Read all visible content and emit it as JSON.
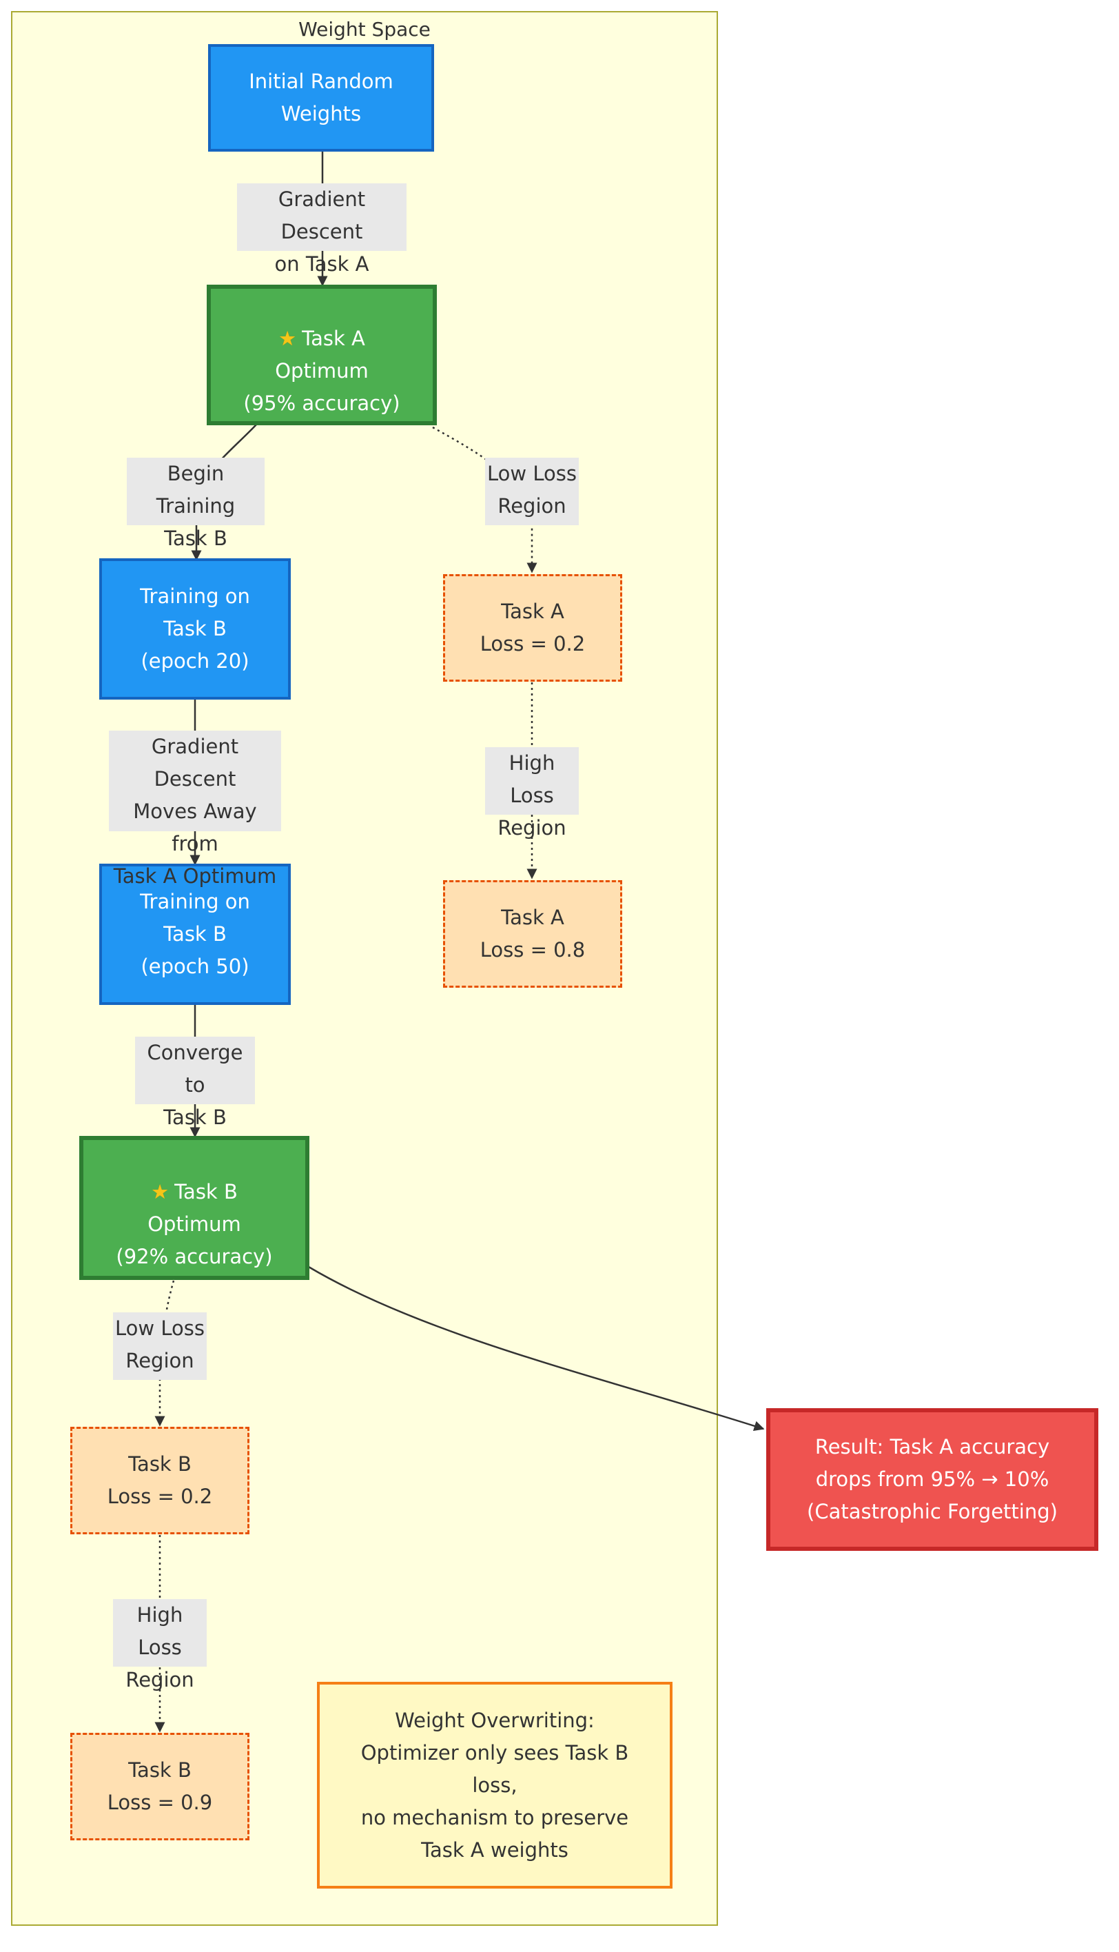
{
  "cluster": {
    "title": "Weight Space"
  },
  "nodes": {
    "init": "Initial Random\nWeights",
    "taskA_opt": {
      "icon": "star-icon",
      "label": "Task A\nOptimum\n(95% accuracy)"
    },
    "trainB20": "Training on\nTask B\n(epoch 20)",
    "trainB50": "Training on\nTask B\n(epoch 50)",
    "taskB_opt": {
      "icon": "star-icon",
      "label": "Task B\nOptimum\n(92% accuracy)"
    },
    "lossA02": "Task A\nLoss = 0.2",
    "lossA08": "Task A\nLoss = 0.8",
    "lossB02": "Task B\nLoss = 0.2",
    "lossB09": "Task B\nLoss = 0.9",
    "result": "Result: Task A accuracy\ndrops from 95% → 10%\n(Catastrophic Forgetting)",
    "note": "Weight Overwriting:\nOptimizer only sees Task B\nloss,\nno mechanism to preserve\nTask A weights"
  },
  "edges": {
    "gdA": "Gradient Descent\non Task A",
    "beginB": "Begin Training\nTask B",
    "lowA": "Low Loss\nRegion",
    "highA": "High Loss\nRegion",
    "moveAway": "Gradient Descent\nMoves Away from\nTask A Optimum",
    "converge": "Converge to\nTask B",
    "lowB": "Low Loss\nRegion",
    "highB": "High Loss\nRegion"
  },
  "colors": {
    "cluster_fill": "#ffffde",
    "cluster_border": "#aaaa33",
    "blue": "#2196f3",
    "green": "#4caf50",
    "loss": "#ffe0b2",
    "red": "#ef5350",
    "note": "#fff9c4",
    "edge_label_bg": "#e8e8e8"
  }
}
